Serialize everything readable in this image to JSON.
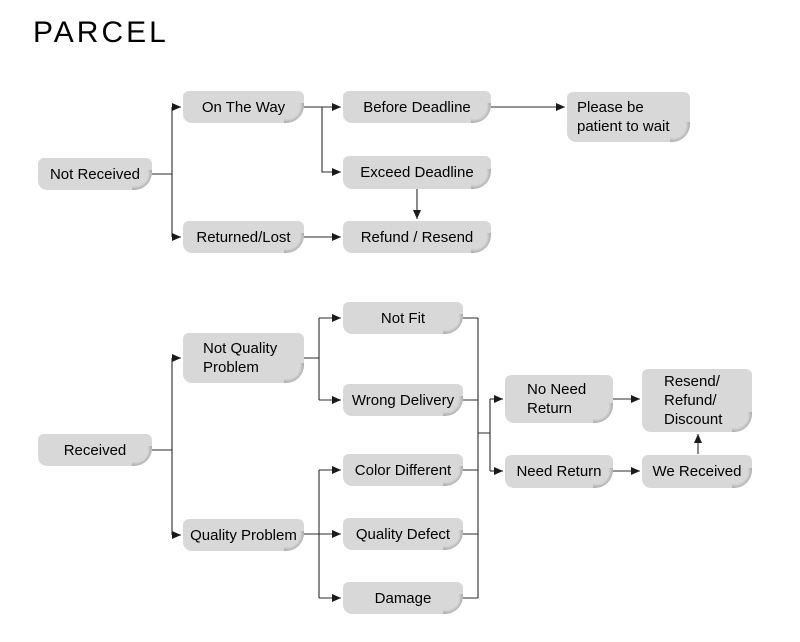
{
  "title": "PARCEL",
  "colors": {
    "node_fill": "#d8d8d8",
    "node_text": "#000000",
    "connector": "#2b2b2b",
    "background": "#ffffff"
  },
  "nodes": {
    "not_received": {
      "label": "Not Received"
    },
    "on_the_way": {
      "label": "On The Way"
    },
    "before_deadline": {
      "label": "Before Deadline"
    },
    "please_wait": {
      "label": "Please be\npatient to wait"
    },
    "exceed_deadline": {
      "label": "Exceed Deadline"
    },
    "refund_resend": {
      "label": "Refund / Resend"
    },
    "returned_lost": {
      "label": "Returned/Lost"
    },
    "received": {
      "label": "Received"
    },
    "not_quality_problem": {
      "label": "Not Quality\nProblem"
    },
    "quality_problem": {
      "label": "Quality Problem"
    },
    "not_fit": {
      "label": "Not Fit"
    },
    "wrong_delivery": {
      "label": "Wrong Delivery"
    },
    "color_different": {
      "label": "Color Different"
    },
    "quality_defect": {
      "label": "Quality Defect"
    },
    "damage": {
      "label": "Damage"
    },
    "no_need_return": {
      "label": "No Need\nReturn"
    },
    "need_return": {
      "label": "Need Return"
    },
    "resend_refund_discount": {
      "label": "Resend/\nRefund/\nDiscount"
    },
    "we_received": {
      "label": "We Received"
    }
  }
}
